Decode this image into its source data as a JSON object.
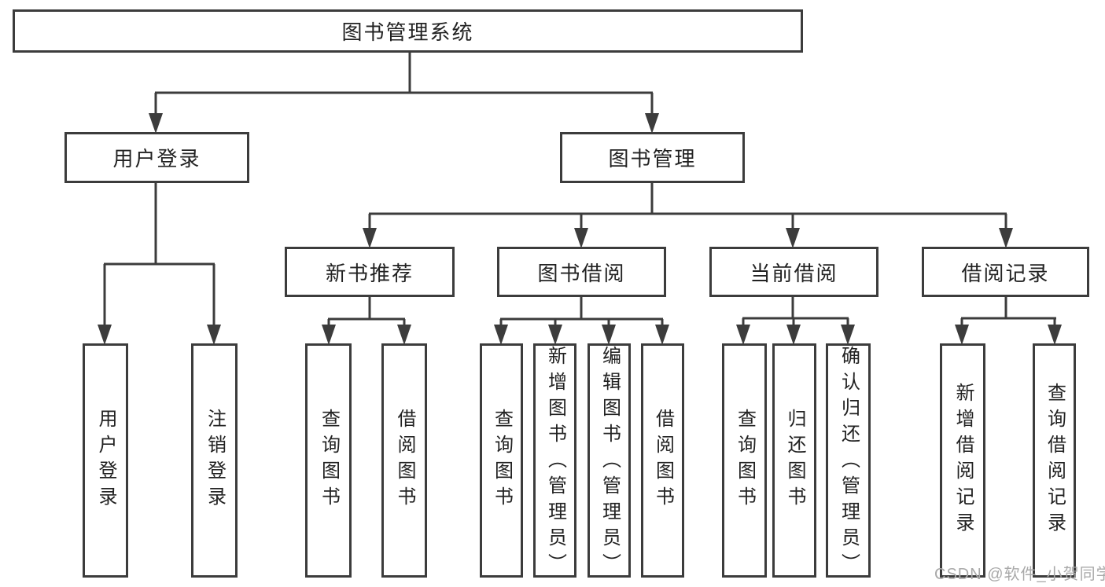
{
  "tree": {
    "root": {
      "label": "图书管理系统"
    },
    "children": [
      {
        "label": "用户登录",
        "children": [
          {
            "label": "用户登录"
          },
          {
            "label": "注销登录"
          }
        ]
      },
      {
        "label": "图书管理",
        "children": [
          {
            "label": "新书推荐",
            "children": [
              {
                "label": "查询图书"
              },
              {
                "label": "借阅图书"
              }
            ]
          },
          {
            "label": "图书借阅",
            "children": [
              {
                "label": "查询图书"
              },
              {
                "label": "新增图书（管理员）"
              },
              {
                "label": "编辑图书（管理员）"
              },
              {
                "label": "借阅图书"
              }
            ]
          },
          {
            "label": "当前借阅",
            "children": [
              {
                "label": "查询图书"
              },
              {
                "label": "归还图书"
              },
              {
                "label": "确认归还（管理员）"
              }
            ]
          },
          {
            "label": "借阅记录",
            "children": [
              {
                "label": "新增借阅记录"
              },
              {
                "label": "查询借阅记录"
              }
            ]
          }
        ]
      }
    ]
  },
  "watermark": "CSDN @软件_小贺同学",
  "colors": {
    "line": "#3c3c3c",
    "text": "#222222",
    "background": "#ffffff",
    "watermark_color": "#a9a9a9"
  }
}
